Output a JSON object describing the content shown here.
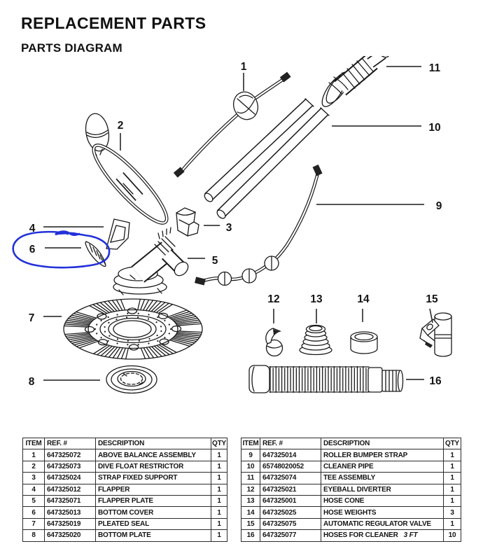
{
  "page": {
    "title": "REPLACEMENT PARTS",
    "subtitle": "PARTS DIAGRAM"
  },
  "diagram": {
    "labels": [
      {
        "num": "1"
      },
      {
        "num": "2"
      },
      {
        "num": "3"
      },
      {
        "num": "4"
      },
      {
        "num": "5"
      },
      {
        "num": "6"
      },
      {
        "num": "7"
      },
      {
        "num": "8"
      },
      {
        "num": "9"
      },
      {
        "num": "10"
      },
      {
        "num": "11"
      },
      {
        "num": "12"
      },
      {
        "num": "13"
      },
      {
        "num": "14"
      },
      {
        "num": "15"
      },
      {
        "num": "16"
      }
    ],
    "annotation": {
      "type": "hand-drawn-circle",
      "color": "#2331d8",
      "marks_item": "6"
    }
  },
  "tables": {
    "headers": [
      "ITEM",
      "REF. #",
      "DESCRIPTION",
      "QTY"
    ],
    "left_rows": [
      {
        "item": "1",
        "ref": "647325072",
        "desc": "ABOVE BALANCE ASSEMBLY",
        "qty": "1"
      },
      {
        "item": "2",
        "ref": "647325073",
        "desc": "DIVE FLOAT RESTRICTOR",
        "qty": "1"
      },
      {
        "item": "3",
        "ref": "647325024",
        "desc": "STRAP FIXED SUPPORT",
        "qty": "1"
      },
      {
        "item": "4",
        "ref": "647325012",
        "desc": "FLAPPER",
        "qty": "1"
      },
      {
        "item": "5",
        "ref": "647325071",
        "desc": "FLAPPER PLATE",
        "qty": "1"
      },
      {
        "item": "6",
        "ref": "647325013",
        "desc": "BOTTOM COVER",
        "qty": "1"
      },
      {
        "item": "7",
        "ref": "647325019",
        "desc": "PLEATED SEAL",
        "qty": "1"
      },
      {
        "item": "8",
        "ref": "647325020",
        "desc": "BOTTOM PLATE",
        "qty": "1"
      }
    ],
    "right_rows": [
      {
        "item": "9",
        "ref": "647325014",
        "desc": "ROLLER BUMPER STRAP",
        "qty": "1"
      },
      {
        "item": "10",
        "ref": "65748020052",
        "desc": "CLEANER PIPE",
        "qty": "1"
      },
      {
        "item": "11",
        "ref": "647325074",
        "desc": "TEE ASSEMBLY",
        "qty": "1"
      },
      {
        "item": "12",
        "ref": "647325021",
        "desc": "EYEBALL DIVERTER",
        "qty": "1"
      },
      {
        "item": "13",
        "ref": "647325001",
        "desc": "HOSE CONE",
        "qty": "1"
      },
      {
        "item": "14",
        "ref": "647325025",
        "desc": "HOSE WEIGHTS",
        "qty": "3"
      },
      {
        "item": "15",
        "ref": "647325075",
        "desc": "AUTOMATIC REGULATOR VALVE",
        "qty": "1"
      },
      {
        "item": "16",
        "ref": "647325077",
        "desc": "HOSES FOR CLEANER",
        "note": "3 FT",
        "qty": "10"
      }
    ]
  }
}
